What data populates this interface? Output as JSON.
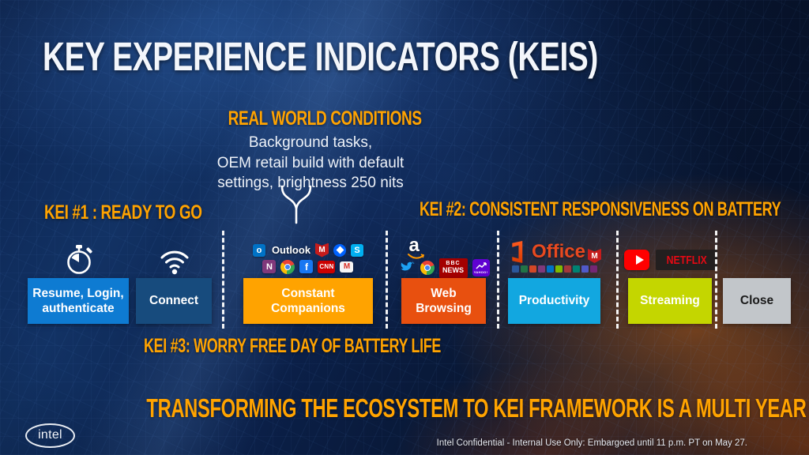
{
  "slide": {
    "title": "KEY EXPERIENCE INDICATORS (KEIS)",
    "real_world": {
      "heading": "REAL WORLD CONDITIONS",
      "body": "Background tasks,\nOEM retail build with default\nsettings, brightness 250 nits"
    },
    "kei1": "KEI #1 : READY TO GO",
    "kei2": "KEI #2:  CONSISTENT RESPONSIVENESS ON BATTERY",
    "kei3": "KEI #3:  WORRY FREE DAY OF BATTERY LIFE",
    "headline": "TRANSFORMING THE ECOSYSTEM TO KEI FRAMEWORK IS A MULTI YEAR JOURNEY",
    "footer": "Intel Confidential -  Internal Use Only: Embargoed until 11 p.m. PT on May 27.",
    "logo_text": "intel"
  },
  "colors": {
    "accent_orange": "#ffa300",
    "title_white": "#f3f6fb",
    "stage1_bg": "#0e7bd2",
    "stage2_bg": "#174b7d",
    "stage3_bg": "#ffa300",
    "stage4_bg": "#e8500f",
    "stage5_bg": "#12a7e0",
    "stage6_bg": "#c4d600",
    "stage7_bg": "#c2c6ca",
    "stage7_fg": "#1a1a1a",
    "stage_fg": "#ffffff"
  },
  "stages": [
    {
      "label": "Resume, Login,\nauthenticate",
      "bg": "#0e7bd2",
      "fg": "#ffffff"
    },
    {
      "label": "Connect",
      "bg": "#174b7d",
      "fg": "#ffffff"
    },
    {
      "label": "Constant\nCompanions",
      "bg": "#ffa300",
      "fg": "#ffffff"
    },
    {
      "label": "Web\nBrowsing",
      "bg": "#e8500f",
      "fg": "#ffffff"
    },
    {
      "label": "Productivity",
      "bg": "#12a7e0",
      "fg": "#ffffff"
    },
    {
      "label": "Streaming",
      "bg": "#c4d600",
      "fg": "#ffffff"
    },
    {
      "label": "Close",
      "bg": "#c2c6ca",
      "fg": "#1a1a1a"
    }
  ],
  "apps": {
    "outlook_glyph": "o",
    "outlook_label": "Outlook",
    "mcafee_glyph": "M",
    "skype_glyph": "S",
    "onenote_glyph": "N",
    "facebook_glyph": "f",
    "cnn_label": "CNN",
    "gmail_glyph": "M",
    "amazon_glyph": "a",
    "bbc_line1": "BBC",
    "bbc_line2": "NEWS",
    "yahoo_label": "YAHOO!",
    "office_label": "Office",
    "netflix_label": "NETFLIX",
    "office_strip": [
      "#2b579a",
      "#217346",
      "#d24726",
      "#80397b",
      "#0072c6",
      "#7fba00",
      "#a4373a",
      "#008272",
      "#5059c9",
      "#742774"
    ]
  }
}
